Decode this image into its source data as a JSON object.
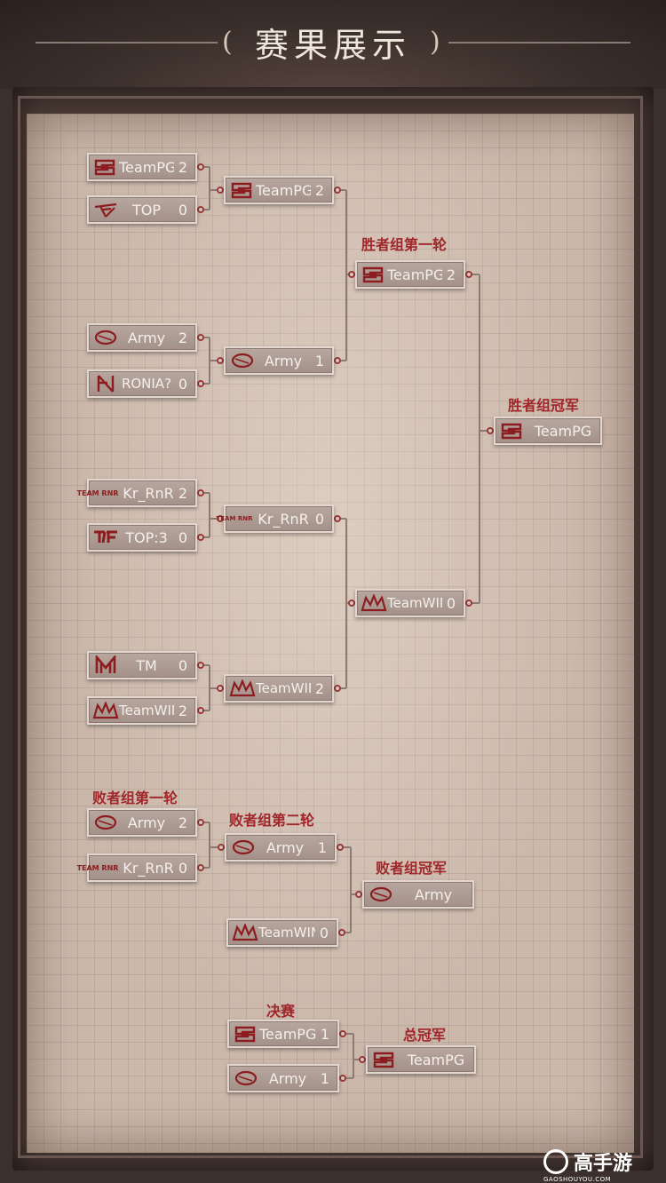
{
  "header": {
    "title": "赛果展示"
  },
  "stage_labels": {
    "winners_r1": "胜者组第一轮",
    "winners_champion": "胜者组冠军",
    "losers_r1": "败者组第一轮",
    "losers_r2": "败者组第二轮",
    "losers_champion": "败者组冠军",
    "final": "决赛",
    "grand_champion": "总冠军"
  },
  "slots": {
    "w1a": {
      "team": "TeamPG",
      "score": "2",
      "logo": "teampg-logo"
    },
    "w1b": {
      "team": "TOP",
      "score": "0",
      "logo": "top-logo"
    },
    "w1c": {
      "team": "Army",
      "score": "2",
      "logo": "army-logo"
    },
    "w1d": {
      "team": "RONIA?",
      "score": "0",
      "logo": "ronia-logo"
    },
    "w1e": {
      "team": "Kr_RnR",
      "score": "2",
      "logo": "kr-rnr-logo"
    },
    "w1f": {
      "team": "TOP:3",
      "score": "0",
      "logo": "top3-logo"
    },
    "w1g": {
      "team": "TM",
      "score": "0",
      "logo": "tm-logo"
    },
    "w1h": {
      "team": "TeamWIN",
      "score": "2",
      "logo": "teamwin-logo"
    },
    "w2a": {
      "team": "TeamPG",
      "score": "2",
      "logo": "teampg-logo"
    },
    "w2b": {
      "team": "Army",
      "score": "1",
      "logo": "army-logo"
    },
    "w2c": {
      "team": "Kr_RnR",
      "score": "0",
      "logo": "kr-rnr-logo"
    },
    "w2d": {
      "team": "TeamWIN",
      "score": "2",
      "logo": "teamwin-logo"
    },
    "w3a": {
      "team": "TeamPG",
      "score": "2",
      "logo": "teampg-logo"
    },
    "w3b": {
      "team": "TeamWIN",
      "score": "0",
      "logo": "teamwin-logo"
    },
    "wchamp": {
      "team": "TeamPG",
      "score": "",
      "logo": "teampg-logo"
    },
    "l1a": {
      "team": "Army",
      "score": "2",
      "logo": "army-logo"
    },
    "l1b": {
      "team": "Kr_RnR",
      "score": "0",
      "logo": "kr-rnr-logo"
    },
    "l2a": {
      "team": "Army",
      "score": "1",
      "logo": "army-logo"
    },
    "l2b": {
      "team": "TeamWIN",
      "score": "0",
      "logo": "teamwin-logo"
    },
    "lchamp": {
      "team": "Army",
      "score": "",
      "logo": "army-logo"
    },
    "fa": {
      "team": "TeamPG",
      "score": "1",
      "logo": "teampg-logo"
    },
    "fb": {
      "team": "Army",
      "score": "1",
      "logo": "army-logo"
    },
    "gchamp": {
      "team": "TeamPG",
      "score": "",
      "logo": "teampg-logo"
    }
  },
  "logo_text": {
    "team_rnr": "TEAM RNR"
  },
  "watermark": {
    "brand": "高手游",
    "url": "GAOSHOUYOU.COM"
  },
  "colors": {
    "accent": "#a0262a",
    "slot_bg": "#a89890",
    "paper": "#cbb8ab"
  }
}
